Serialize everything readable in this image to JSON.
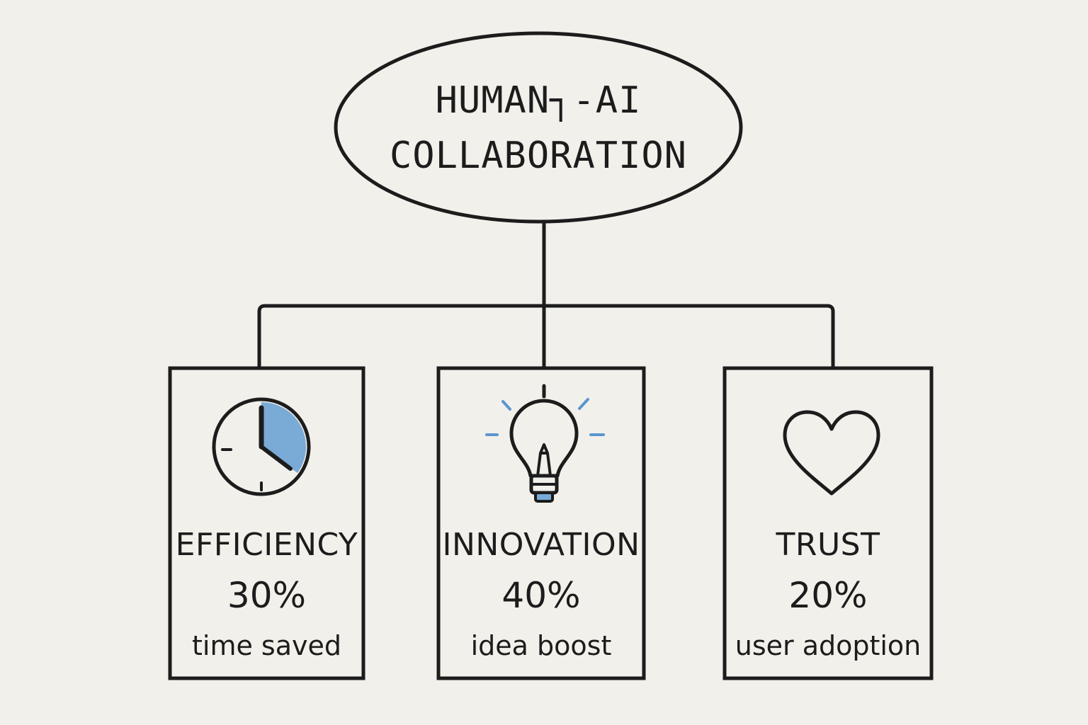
{
  "title": {
    "line1": "HUMAN┐-AI",
    "line2": "COLLABORATION"
  },
  "cards": [
    {
      "label": "EFFICIENCY",
      "value": "30%",
      "caption": "time saved",
      "icon": "clock-icon"
    },
    {
      "label": "INNOVATION",
      "value": "40%",
      "caption": "idea boost",
      "icon": "lightbulb-icon"
    },
    {
      "label": "TRUST",
      "value": "20%",
      "caption": "user adoption",
      "icon": "heart-icon"
    }
  ],
  "colors": {
    "background": "#f2f0eb",
    "ink": "#1c1c1c",
    "accent": "#7aaad6"
  }
}
